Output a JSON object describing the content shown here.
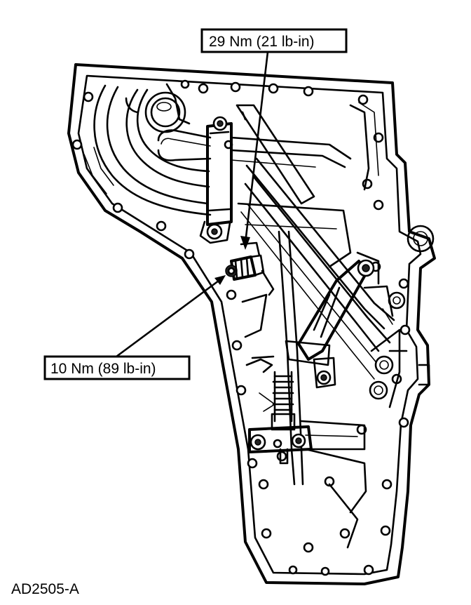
{
  "callouts": {
    "upper_torque": "29 Nm (21 lb-in)",
    "lower_torque": "10 Nm (89 lb-in)"
  },
  "figure_code": "AD2505-A"
}
